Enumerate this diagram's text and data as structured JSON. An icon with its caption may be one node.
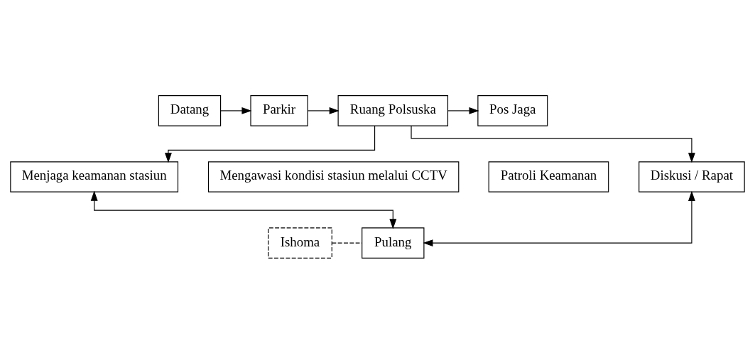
{
  "diagram": {
    "nodes": [
      {
        "text": [
          "Datang"
        ]
      },
      {
        "text": [
          "Parkir"
        ]
      },
      {
        "text": [
          "Ruang Polsuska"
        ]
      },
      {
        "text": [
          "Pos Jaga"
        ]
      },
      {
        "text": [
          "Menjaga keamanan stasiun"
        ]
      },
      {
        "text": [
          "Mengawasi kondisi stasiun melalui CCTV"
        ]
      },
      {
        "text": [
          "Patroli Keamanan"
        ]
      },
      {
        "text": [
          "Diskusi / Rapat"
        ]
      },
      {
        "text": [
          "Ishoma"
        ]
      },
      {
        "text": [
          "Pulang"
        ]
      }
    ],
    "edges": [
      {
        "from": 0,
        "to": 1,
        "arrow": "to"
      },
      {
        "from": 1,
        "to": 2,
        "arrow": "to"
      },
      {
        "from": 2,
        "to": 3,
        "arrow": "to"
      },
      {
        "from": 2,
        "to": 4,
        "arrow": "to"
      },
      {
        "from": 2,
        "to": 7,
        "arrow": "to"
      },
      {
        "from": 4,
        "to": 9,
        "arrow": "both"
      },
      {
        "from": 7,
        "to": 9,
        "arrow": "both"
      },
      {
        "from": 8,
        "to": 9,
        "arrow": "none",
        "style": "dashed"
      }
    ]
  }
}
